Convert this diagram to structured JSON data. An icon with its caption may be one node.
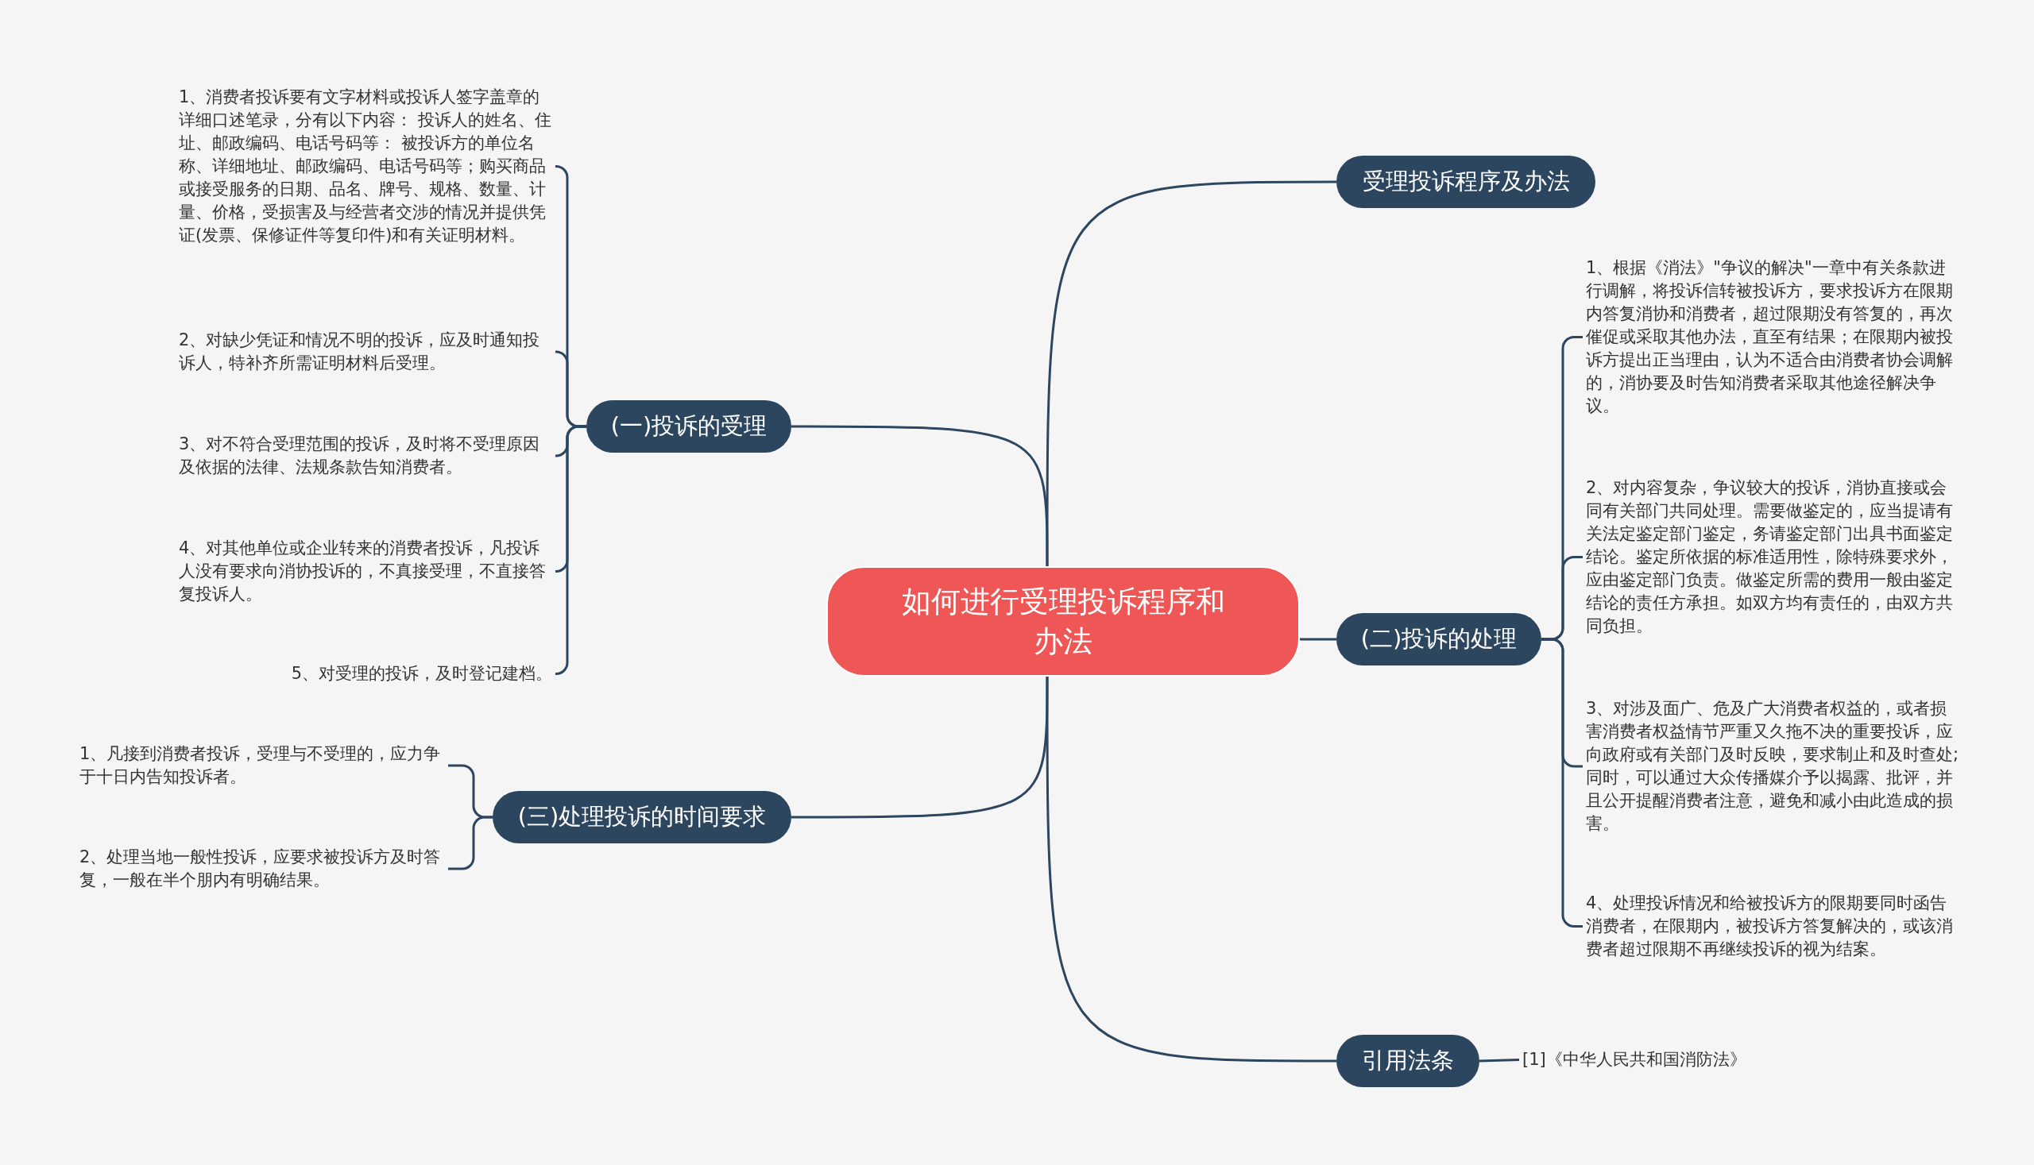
{
  "diagram": {
    "nodes": [
      {
        "text": [
          "如何进行受理投诉程序和办法"
        ]
      },
      {
        "text": [
          "受理投诉程序及办法"
        ]
      },
      {
        "text": [
          "(一)投诉的受理"
        ]
      },
      {
        "text": [
          "(二)投诉的处理"
        ]
      },
      {
        "text": [
          "(三)处理投诉的时间要求"
        ]
      },
      {
        "text": [
          "引用法条"
        ]
      },
      {
        "text": [
          "1、消费者投诉要有文字材料或投诉人签字盖章的详细口述笔录，分有以下内容： 投诉人的姓名、住址、邮政编码、电话号码等： 被投诉方的单位名称、详细地址、邮政编码、电话号码等；购买商品或接受服务的日期、品名、牌号、规格、数量、计量、价格，受损害及与经营者交涉的情况并提供凭证(发票、保修证件等复印件)和有关证明材料。"
        ]
      },
      {
        "text": [
          "2、对缺少凭证和情况不明的投诉，应及时通知投诉人，特补齐所需证明材料后受理。"
        ]
      },
      {
        "text": [
          "3、对不符合受理范围的投诉，及时将不受理原因及依据的法律、法规条款告知消费者。"
        ]
      },
      {
        "text": [
          "4、对其他单位或企业转来的消费者投诉，凡投诉人没有要求向消协投诉的，不真接受理，不直接答复投诉人。"
        ]
      },
      {
        "text": [
          "5、对受理的投诉，及时登记建档。"
        ]
      },
      {
        "text": [
          "1、根据《消法》\"争议的解决\"一章中有关条款进行调解，将投诉信转被投诉方，要求投诉方在限期内答复消协和消费者，超过限期没有答复的，再次催促或采取其他办法，直至有结果；在限期内被投诉方提出正当理由，认为不适合由消费者协会调解的，消协要及时告知消费者采取其他途径解决争议。"
        ]
      },
      {
        "text": [
          "2、对内容复杂，争议较大的投诉，消协直接或会同有关部门共同处理。需要做鉴定的，应当提请有关法定鉴定部门鉴定，务请鉴定部门出具书面鉴定结论。鉴定所依据的标准适用性，除特殊要求外，应由鉴定部门负责。做鉴定所需的费用一般由鉴定结论的责任方承担。如双方均有责任的，由双方共同负担。"
        ]
      },
      {
        "text": [
          "3、对涉及面广、危及广大消费者权益的，或者损害消费者权益情节严重又久拖不决的重要投诉，应向政府或有关部门及时反映，要求制止和及时查处;同时，可以通过大众传播媒介予以揭露、批评，并且公开提醒消费者注意，避免和减小由此造成的损害。"
        ]
      },
      {
        "text": [
          "4、处理投诉情况和给被投诉方的限期要同时函告消费者，在限期内，被投诉方答复解决的，或该消费者超过限期不再继续投诉的视为结案。"
        ]
      },
      {
        "text": [
          "1、凡接到消费者投诉，受理与不受理的，应力争于十日内告知投诉者。"
        ]
      },
      {
        "text": [
          "2、处理当地一般性投诉，应要求被投诉方及时答复，一般在半个朋内有明确结果。"
        ]
      },
      {
        "text": [
          "[1]《中华人民共和国消防法》"
        ]
      }
    ],
    "edges": [
      {
        "from": 0,
        "to": 1,
        "arrow": "none"
      },
      {
        "from": 0,
        "to": 2,
        "arrow": "none"
      },
      {
        "from": 0,
        "to": 3,
        "arrow": "none"
      },
      {
        "from": 0,
        "to": 4,
        "arrow": "none"
      },
      {
        "from": 0,
        "to": 5,
        "arrow": "none"
      },
      {
        "from": 2,
        "to": 6,
        "arrow": "none"
      },
      {
        "from": 2,
        "to": 7,
        "arrow": "none"
      },
      {
        "from": 2,
        "to": 8,
        "arrow": "none"
      },
      {
        "from": 2,
        "to": 9,
        "arrow": "none"
      },
      {
        "from": 2,
        "to": 10,
        "arrow": "none"
      },
      {
        "from": 3,
        "to": 11,
        "arrow": "none"
      },
      {
        "from": 3,
        "to": 12,
        "arrow": "none"
      },
      {
        "from": 3,
        "to": 13,
        "arrow": "none"
      },
      {
        "from": 3,
        "to": 14,
        "arrow": "none"
      },
      {
        "from": 4,
        "to": 15,
        "arrow": "none"
      },
      {
        "from": 4,
        "to": 16,
        "arrow": "none"
      },
      {
        "from": 5,
        "to": 17,
        "arrow": "none"
      }
    ]
  }
}
